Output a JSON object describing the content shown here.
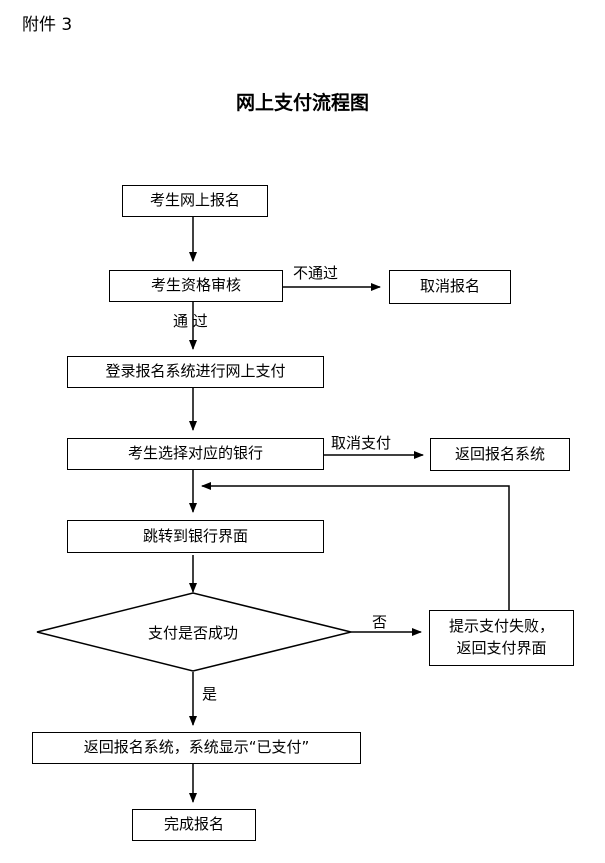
{
  "attachment_label": "附件 3",
  "title": "网上支付流程图",
  "nodes": {
    "online_registration": "考生网上报名",
    "qualification_review": "考生资格审核",
    "cancel_registration": "取消报名",
    "login_pay": "登录报名系统进行网上支付",
    "choose_bank": "考生选择对应的银行",
    "return_system": "返回报名系统",
    "jump_bank": "跳转到银行界面",
    "payment_success_question": "支付是否成功",
    "payment_failed_line1": "提示支付失败，",
    "payment_failed_line2": "返回支付界面",
    "paid_display": "返回报名系统，系统显示“已支付”",
    "complete": "完成报名"
  },
  "edges": {
    "not_passed": "不通过",
    "passed": "通 过",
    "cancel_payment": "取消支付",
    "no": "否",
    "yes": "是"
  }
}
